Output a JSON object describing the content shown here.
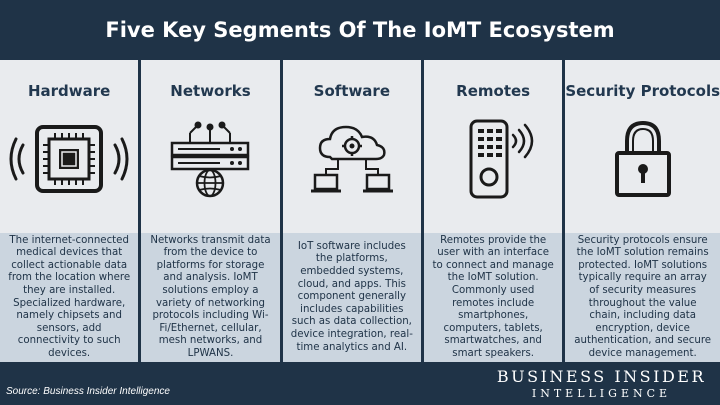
{
  "title": "Five Key Segments Of The IoMT Ecosystem",
  "segments": [
    {
      "heading": "Hardware",
      "icon": "chip-signal-icon",
      "description": "The internet-connected medical devices that collect actionable data from the location where they are installed. Specialized hardware, namely chipsets and sensors, add connectivity to such devices."
    },
    {
      "heading": "Networks",
      "icon": "network-server-globe-icon",
      "description": "Networks transmit data from the device to platforms for storage and analysis. IoMT solutions employ a variety of networking protocols including Wi-Fi/Ethernet, cellular, mesh networks, and LPWANS."
    },
    {
      "heading": "Software",
      "icon": "cloud-software-icon",
      "description": "IoT software includes the platforms, embedded systems, cloud, and apps. This component generally includes capabilities such as data collection, device integration, real-time analytics and AI."
    },
    {
      "heading": "Remotes",
      "icon": "remote-control-icon",
      "description": "Remotes provide the user with an interface to connect and manage the IoMT solution. Commonly used remotes include smartphones, computers, tablets, smartwatches, and smart speakers."
    },
    {
      "heading": "Security Protocols",
      "icon": "padlock-icon",
      "description": "Security protocols ensure the IoMT solution remains protected. IoMT solutions typically require an array of security measures throughout the value chain, including data encryption, device authentication, and secure device management."
    }
  ],
  "footer": {
    "source": "Source: Business Insider Intelligence",
    "brand_line1": "BUSINESS INSIDER",
    "brand_line2": "INTELLIGENCE"
  },
  "colors": {
    "background": "#1f3347",
    "panel_top": "#e9ebee",
    "panel_bottom": "#cbd5df",
    "icon": "#1a1a1a"
  }
}
